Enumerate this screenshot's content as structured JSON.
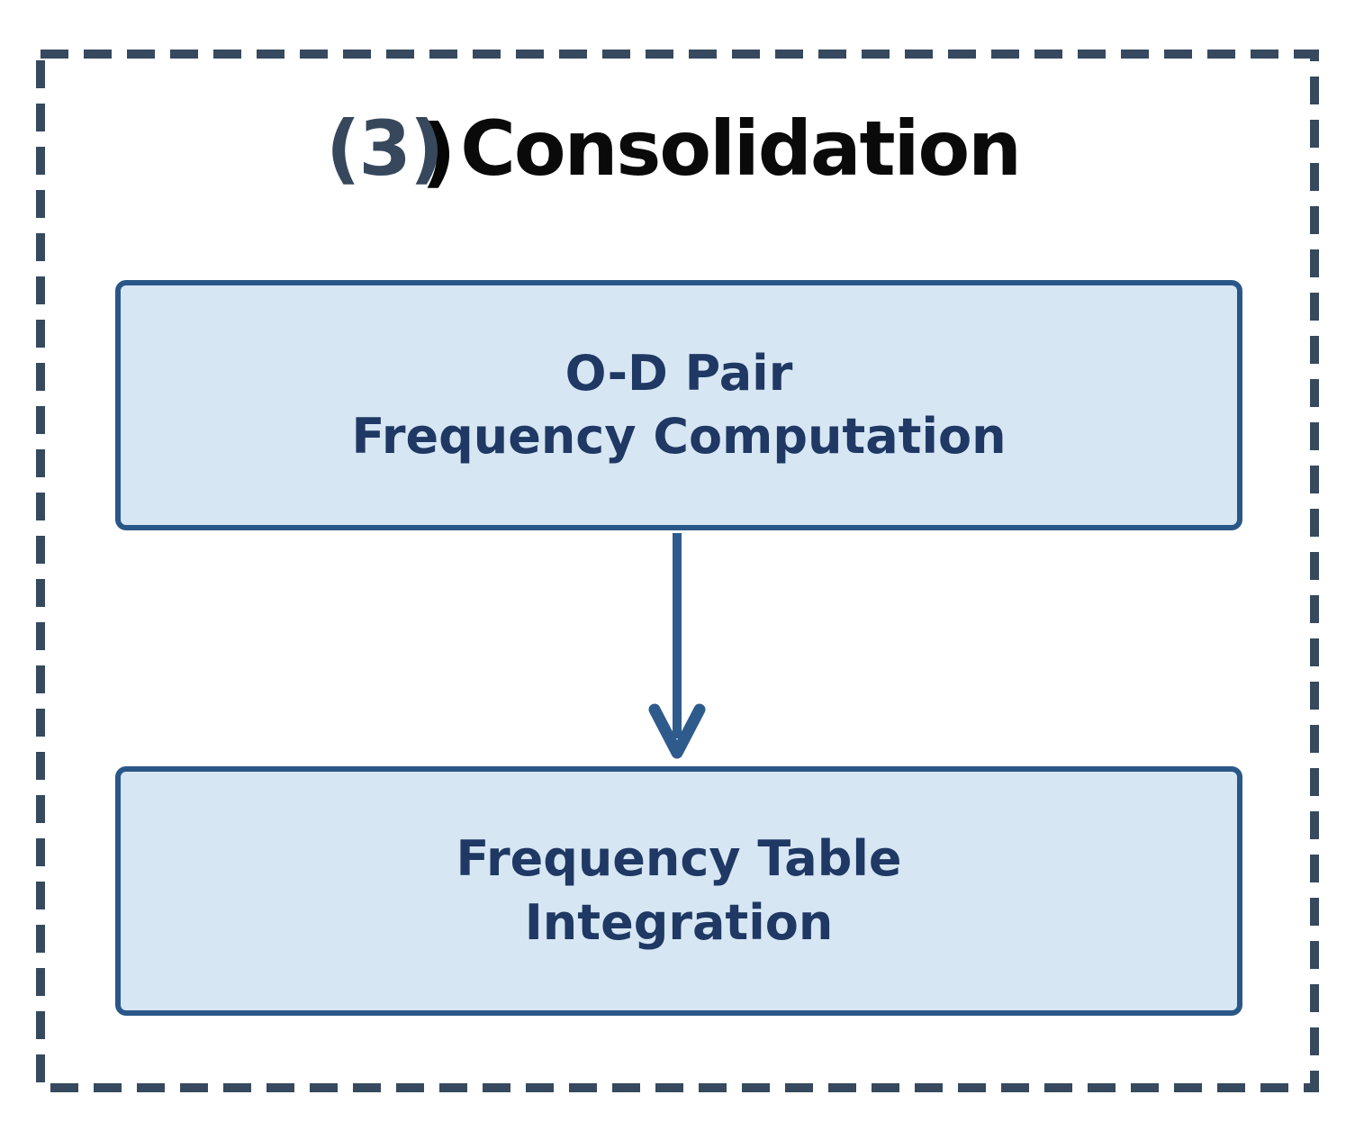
{
  "diagram": {
    "title": {
      "number": "(3)",
      "number_echo": ")",
      "label": "Consolidation"
    },
    "nodes": [
      {
        "line1": "O-D Pair",
        "line2": "Frequency Computation"
      },
      {
        "line1": "Frequency Table",
        "line2": "Integration"
      }
    ],
    "colors": {
      "outer_dashed_border": "#36495E",
      "box_border": "#2A5788",
      "box_fill": "#D6E6F3",
      "box_text": "#1F3864",
      "title_number": "#37485C",
      "title_label": "#0A0A0A",
      "arrow": "#2E5B8C",
      "background": "#FFFFFF"
    }
  }
}
